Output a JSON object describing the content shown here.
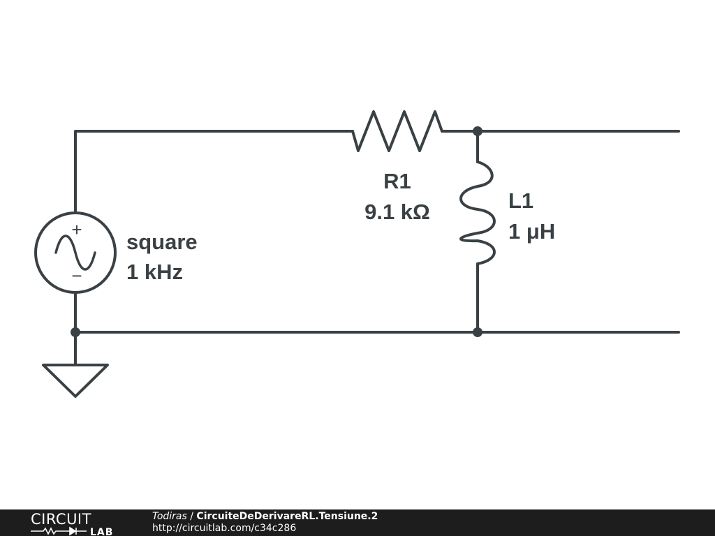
{
  "components": {
    "source": {
      "name": "square",
      "value": "1 kHz",
      "plus": "+",
      "minus": "−"
    },
    "resistor": {
      "name": "R1",
      "value": "9.1 kΩ"
    },
    "inductor": {
      "name": "L1",
      "value": "1 μH"
    }
  },
  "footer": {
    "logo_top": "CIRCUIT",
    "logo_bottom": "LAB",
    "author": "Todiras",
    "separator": " / ",
    "title": "CircuiteDeDerivareRL.Tensiune.2",
    "url": "http://circuitlab.com/c34c286"
  },
  "colors": {
    "wire": "#3a4145",
    "footer_bg": "#1d1d1d",
    "footer_text": "#ffffff"
  }
}
